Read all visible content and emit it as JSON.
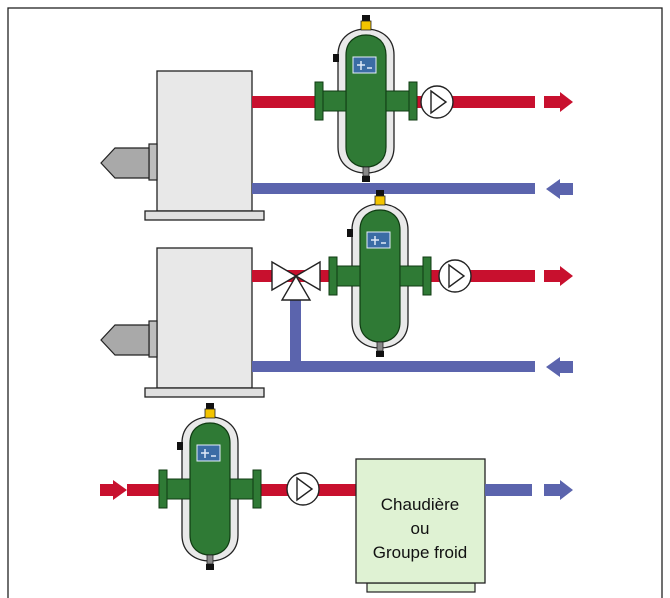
{
  "colors": {
    "supply": "#c8102e",
    "return": "#5b64ad",
    "separator_body": "#2f7a35",
    "separator_shell": "#e9e9e9",
    "boiler": "#e8e8e8",
    "unit_box": "#dff2d3",
    "valve_cap": "#f3c400"
  },
  "icons": {
    "separator": "air-dirt-separator-icon",
    "pump": "circulator-pump-icon",
    "valve": "three-way-valve-icon",
    "boiler": "boiler-icon",
    "burner": "burner-icon",
    "arrow": "flow-arrow-icon"
  },
  "unit_box": {
    "line1": "Chaudière",
    "line2": "ou",
    "line3": "Groupe froid"
  }
}
